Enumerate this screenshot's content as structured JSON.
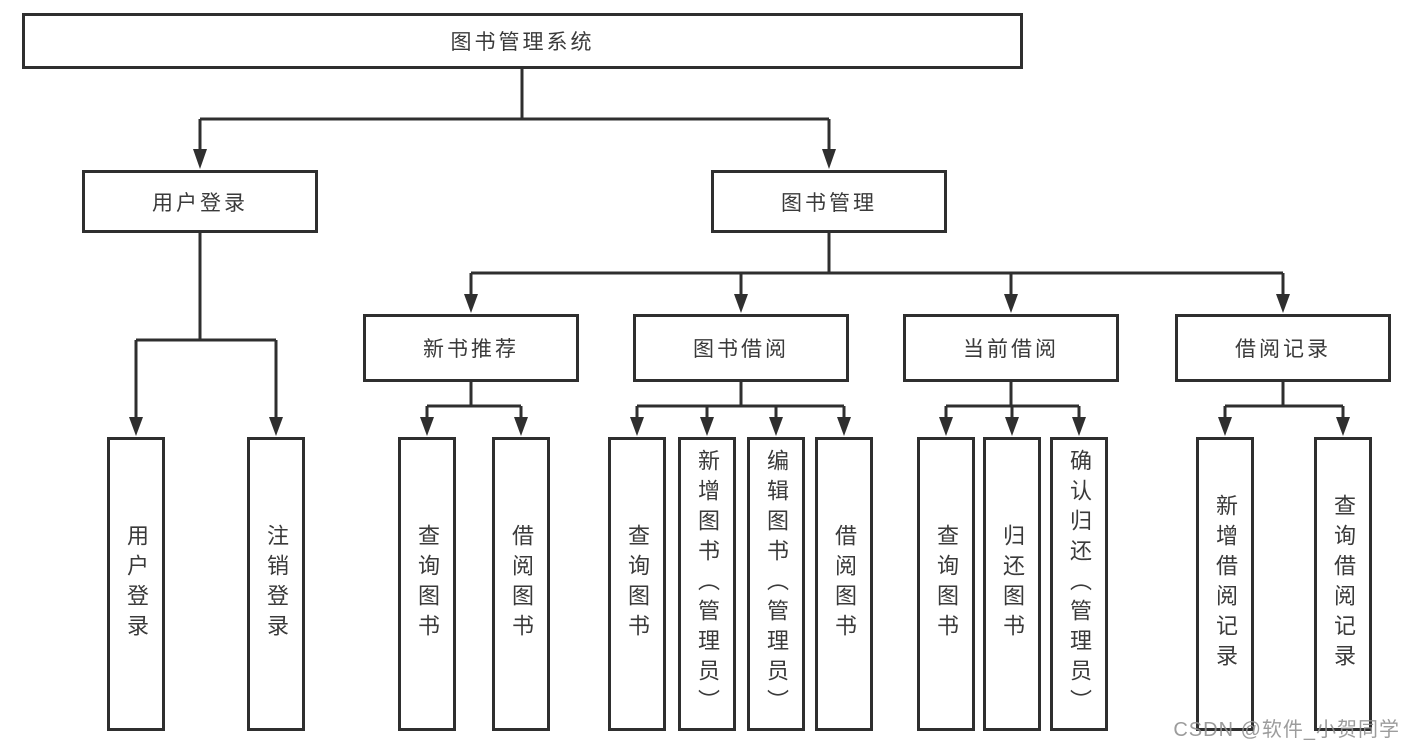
{
  "tree": {
    "root": {
      "label": "图书管理系统"
    },
    "children": [
      {
        "label": "用户登录",
        "children": [
          {
            "label": "用户登录"
          },
          {
            "label": "注销登录"
          }
        ]
      },
      {
        "label": "图书管理",
        "children": [
          {
            "label": "新书推荐",
            "children": [
              {
                "label": "查询图书"
              },
              {
                "label": "借阅图书"
              }
            ]
          },
          {
            "label": "图书借阅",
            "children": [
              {
                "label": "查询图书"
              },
              {
                "label": "新增图书（管理员）"
              },
              {
                "label": "编辑图书（管理员）"
              },
              {
                "label": "借阅图书"
              }
            ]
          },
          {
            "label": "当前借阅",
            "children": [
              {
                "label": "查询图书"
              },
              {
                "label": "归还图书"
              },
              {
                "label": "确认归还（管理员）"
              }
            ]
          },
          {
            "label": "借阅记录",
            "children": [
              {
                "label": "新增借阅记录"
              },
              {
                "label": "查询借阅记录"
              }
            ]
          }
        ]
      }
    ]
  },
  "watermark": "CSDN @软件_小贺同学",
  "colors": {
    "line": "#2f2f2f",
    "text": "#3a3a3a",
    "watermark": "#8f8f8f",
    "background": "#ffffff"
  }
}
